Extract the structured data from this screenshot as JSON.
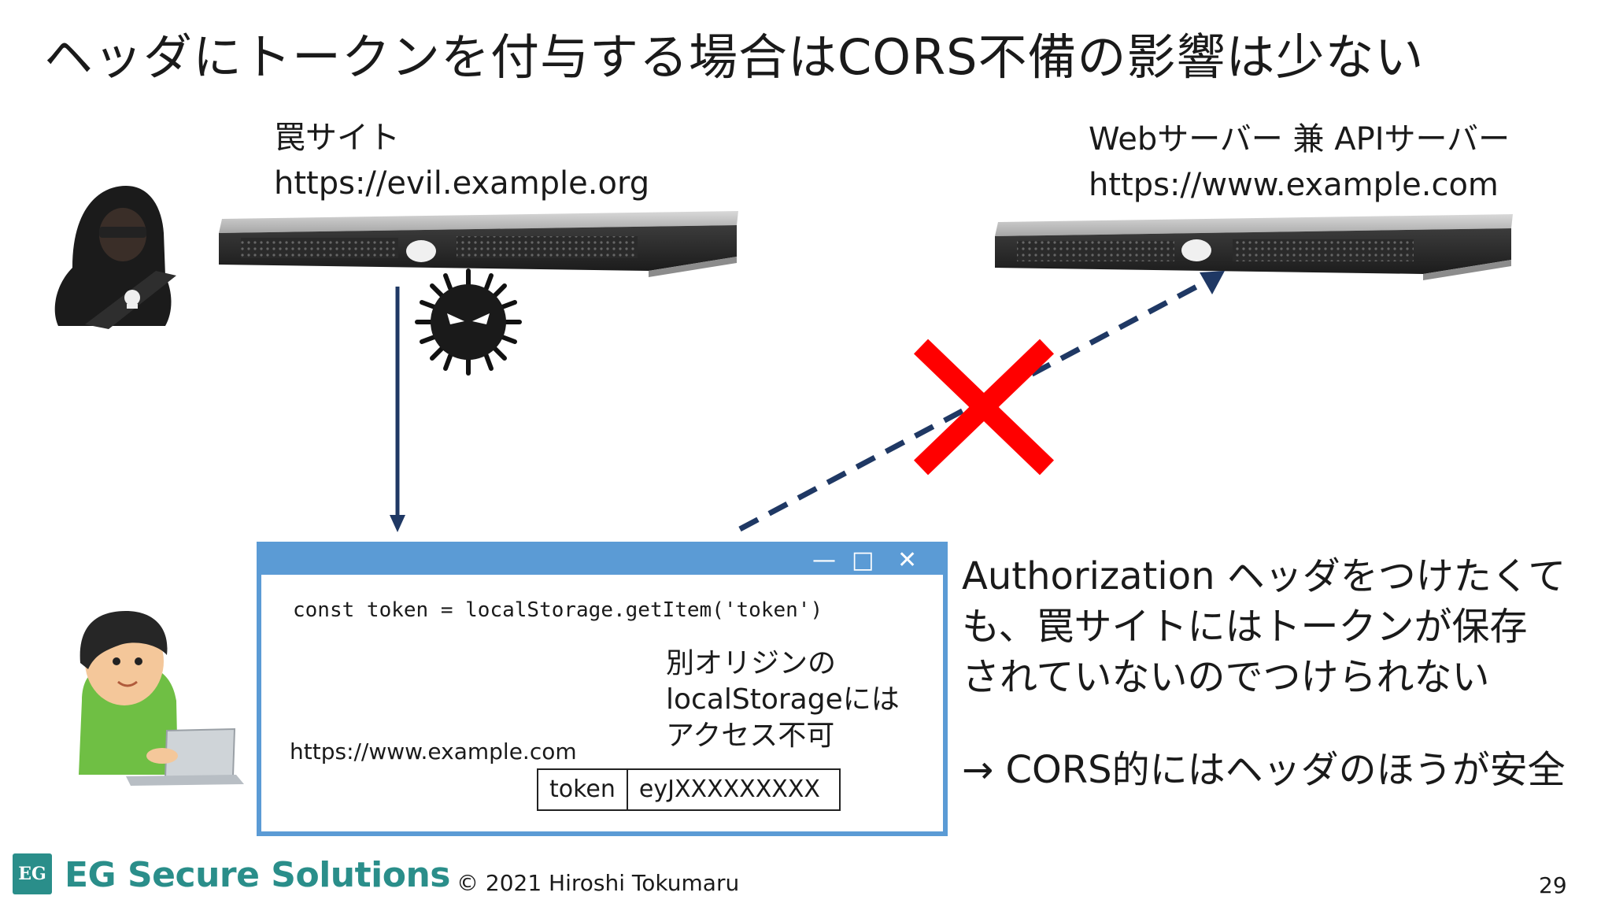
{
  "title": "ヘッダにトークンを付与する場合はCORS不備の影響は少ない",
  "trap_site": {
    "name": "罠サイト",
    "url": "https://evil.example.org"
  },
  "web_server": {
    "name": "Webサーバー 兼 APIサーバー",
    "url": "https://www.example.com"
  },
  "browser": {
    "code": "const token = localStorage.getItem('token')",
    "origin": "https://www.example.com",
    "note_lines": [
      "別オリジンの",
      "localStorageには",
      "アクセス不可"
    ],
    "storage_key": "token",
    "storage_value": "eyJXXXXXXXXX",
    "controls": {
      "minimize": "—",
      "maximize": "□",
      "close": "✕"
    }
  },
  "explanation": {
    "lines": [
      "Authorization ヘッダをつけたくて",
      "も、罠サイトにはトークンが保存",
      "されていないのでつけられない"
    ],
    "conclusion": "→ CORS的にはヘッダのほうが安全"
  },
  "footer": {
    "logo_mark": "EG",
    "company": "EG Secure Solutions",
    "copyright": "© 2021 Hiroshi Tokumaru",
    "page_number": "29"
  },
  "colors": {
    "accent_blue": "#5b9bd5",
    "arrow_navy": "#1f3864",
    "cross_red": "#ff0000",
    "arrow_purple": "#7b7fe0",
    "storage_fill": "#bde3ee",
    "logo_teal": "#2a8e8a"
  },
  "icons": [
    "hacker-icon",
    "server-icon",
    "virus-icon",
    "user-icon",
    "laptop-icon",
    "database-icon",
    "cross-icon"
  ]
}
